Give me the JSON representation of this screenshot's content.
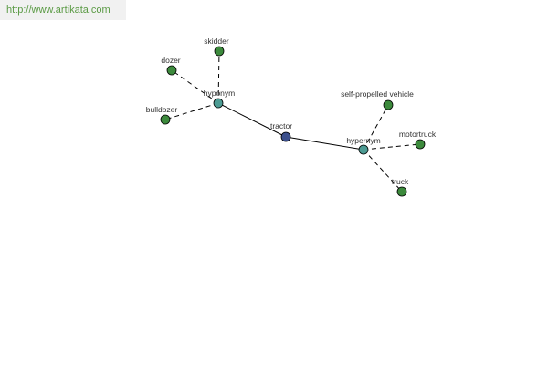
{
  "site_link": "http://www.artikata.com",
  "colors": {
    "center_node": "#3b4f8c",
    "relation_node": "#4c9b93",
    "leaf_node": "#3c8a3c",
    "link_text": "#5a9a44"
  },
  "graph": {
    "center": {
      "label": "tractor"
    },
    "relations": [
      {
        "label": "hyponym",
        "terms": [
          "dozer",
          "skidder",
          "bulldozer"
        ]
      },
      {
        "label": "hypernym",
        "terms": [
          "self-propelled vehicle",
          "motortruck",
          "truck"
        ]
      }
    ]
  }
}
